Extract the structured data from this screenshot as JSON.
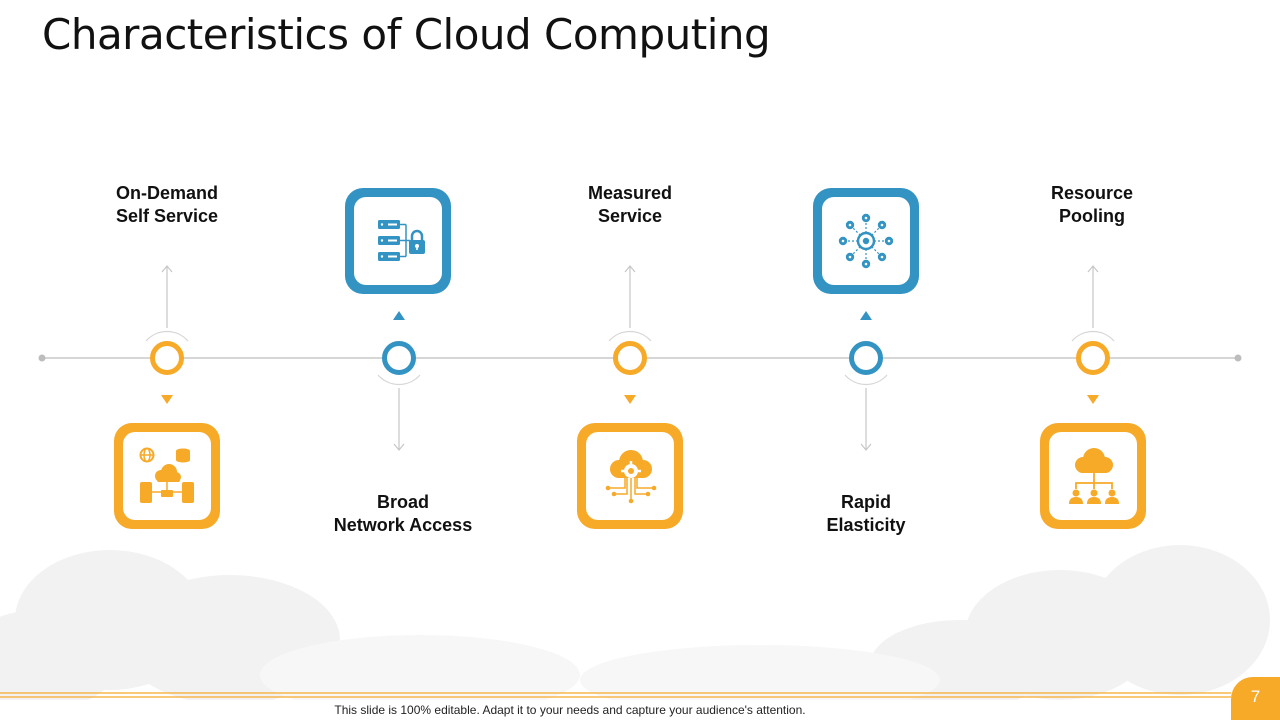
{
  "slide": {
    "title": "Characteristics of Cloud Computing",
    "footer_note": "This slide is 100% editable. Adapt it to your needs and capture your audience's attention.",
    "page_number": "7"
  },
  "colors": {
    "accent_orange": "#f7a928",
    "accent_blue": "#3393c2",
    "timeline_gray": "#c8c8c8"
  },
  "characteristics": [
    {
      "line1": "On-Demand",
      "line2": "Self Service",
      "icon": "network-devices-cloud-icon",
      "color": "orange"
    },
    {
      "line1": "Broad",
      "line2": "Network Access",
      "icon": "server-lock-icon",
      "color": "blue"
    },
    {
      "line1": "Measured",
      "line2": "Service",
      "icon": "cloud-gear-circuit-icon",
      "color": "orange"
    },
    {
      "line1": "Rapid",
      "line2": "Elasticity",
      "icon": "hub-network-icon",
      "color": "blue"
    },
    {
      "line1": "Resource",
      "line2": "Pooling",
      "icon": "cloud-hierarchy-users-icon",
      "color": "orange"
    }
  ]
}
